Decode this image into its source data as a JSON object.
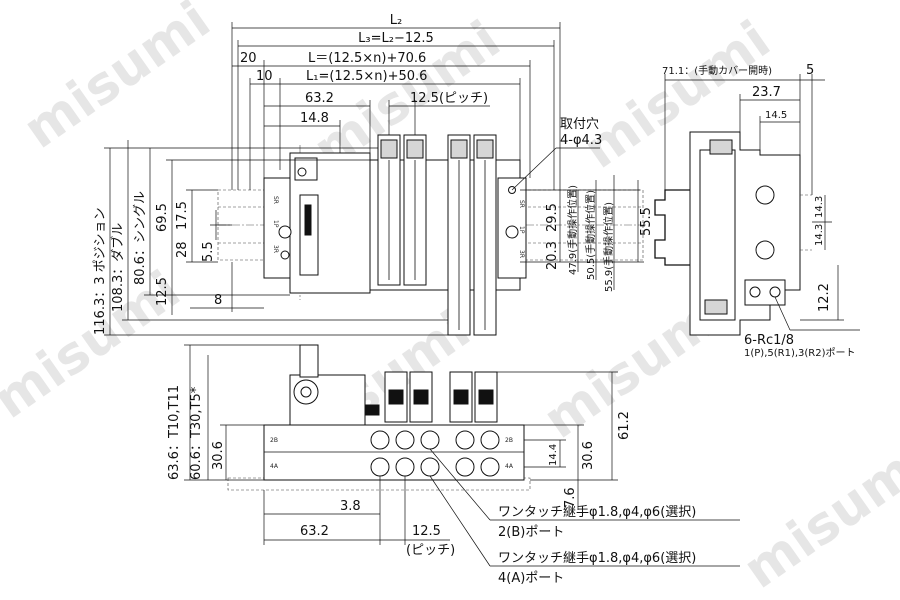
{
  "watermark": "misumi",
  "top_view": {
    "dim_L2": "L₂",
    "dim_L3": "L₃=L₂−12.5",
    "dim_L": "L＝(12.5×n)+70.6",
    "dim_L1": "L₁=(12.5×n)+50.6",
    "dim_20": "20",
    "dim_10": "10",
    "dim_63_2": "63.2",
    "dim_pitch": "12.5(ピッチ)",
    "dim_14_8": "14.8",
    "mount_hole_label": "取付穴",
    "mount_hole_spec": "4-φ4.3",
    "dim_116_3": "116.3：3 ポジション",
    "dim_108_3": "108.3：ダブル",
    "dim_80_6": "80.6：シングル",
    "dim_69_5": "69.5",
    "dim_17_5": "17.5",
    "dim_28": "28",
    "dim_5_5": "5.5",
    "dim_12_5": "12.5",
    "dim_8": "8",
    "dim_29_5": "29.5",
    "dim_20_3": "20.3",
    "dim_47_9": "47.9(手動操作位置)",
    "dim_50_5": "50.5(手動操作位置)",
    "dim_55_9": "55.9(手動操作位置)",
    "dim_55_5": "55.5",
    "label_sr": "SR",
    "label_1p": "1P",
    "label_3r": "3R"
  },
  "side_view": {
    "dim_71_1": "71.1：(手動カバー開時)",
    "dim_5": "5",
    "dim_23_7": "23.7",
    "dim_14_5": "14.5",
    "dim_14_3a": "14.3",
    "dim_14_3b": "14.3",
    "dim_12_2": "12.2",
    "port_spec": "6-Rc1/8",
    "port_desc": "1(P),5(R1),3(R2)ポート"
  },
  "front_view": {
    "dim_63_6": "63.6：T10,T11",
    "dim_60_6": "60.6：T30,T5*",
    "dim_30_6_left": "30.6",
    "dim_61_2": "61.2",
    "dim_30_6_right": "30.6",
    "dim_14_4": "14.4",
    "dim_7_6": "7.6",
    "dim_3_8": "3.8",
    "dim_63_2": "63.2",
    "dim_12_5": "12.5",
    "dim_pitch_paren": "(ピッチ)",
    "label_2b": "2B",
    "label_4a": "4A",
    "fitting_spec_1": "ワンタッチ継手φ1.8,φ4,φ6(選択)",
    "port_2b": "2(B)ポート",
    "fitting_spec_2": "ワンタッチ継手φ1.8,φ4,φ6(選択)",
    "port_4a": "4(A)ポート"
  }
}
